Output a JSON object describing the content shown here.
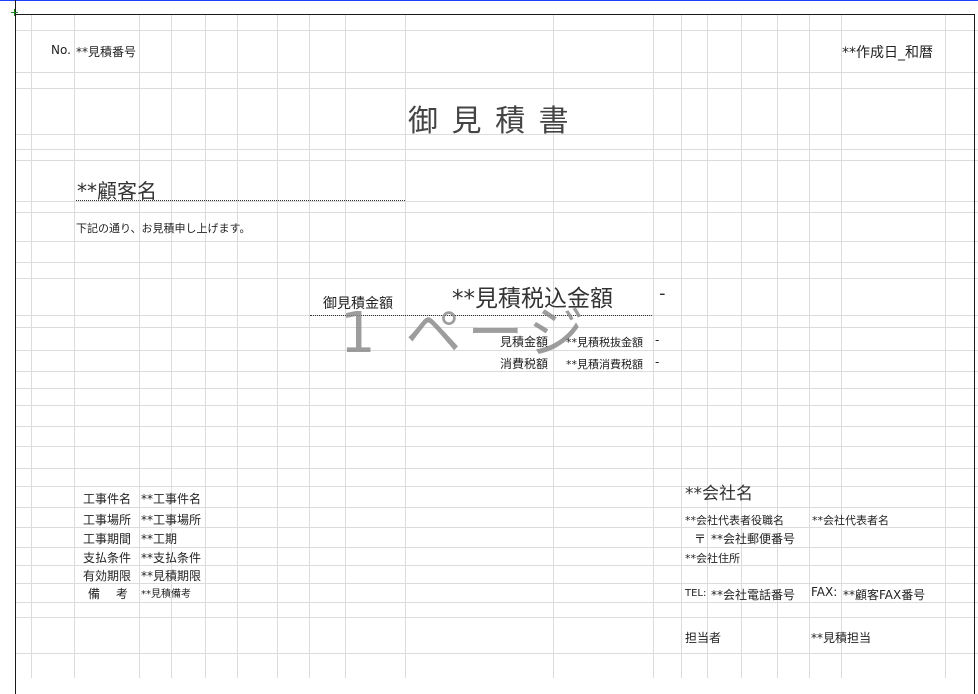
{
  "header": {
    "no_label": "No.",
    "estimate_number": "**見積番号",
    "date": "**作成日_和暦"
  },
  "title": "御 見 積 書",
  "customer": {
    "name": "**顧客名",
    "greeting": "下記の通り、お見積申し上げます。"
  },
  "amount": {
    "label": "御見積金額",
    "value": "**見積税込金額",
    "value_dash": "-",
    "rows": [
      {
        "label": "見積金額",
        "value": "**見積税抜金額",
        "dash": "-"
      },
      {
        "label": "消費税額",
        "value": "**見積消費税額",
        "dash": "-"
      }
    ]
  },
  "watermark": "1 ページ",
  "details": [
    {
      "label": "工事件名",
      "value": "**工事件名"
    },
    {
      "label": "工事場所",
      "value": "**工事場所"
    },
    {
      "label": "工事期間",
      "value": "**工期"
    },
    {
      "label": "支払条件",
      "value": "**支払条件"
    },
    {
      "label": "有効期限",
      "value": "**見積期限"
    },
    {
      "label": "備　 考",
      "value": "**見積備考"
    }
  ],
  "company": {
    "name": "**会社名",
    "rep_title": "**会社代表者役職名",
    "rep_name": "**会社代表者名",
    "postal_mark": "〒",
    "postal_code": "**会社郵便番号",
    "address": "**会社住所",
    "tel_label": "TEL:",
    "tel": "**会社電話番号",
    "fax_label": "FAX:",
    "fax": "**顧客FAX番号",
    "person_label": "担当者",
    "person": "**見積担当"
  }
}
